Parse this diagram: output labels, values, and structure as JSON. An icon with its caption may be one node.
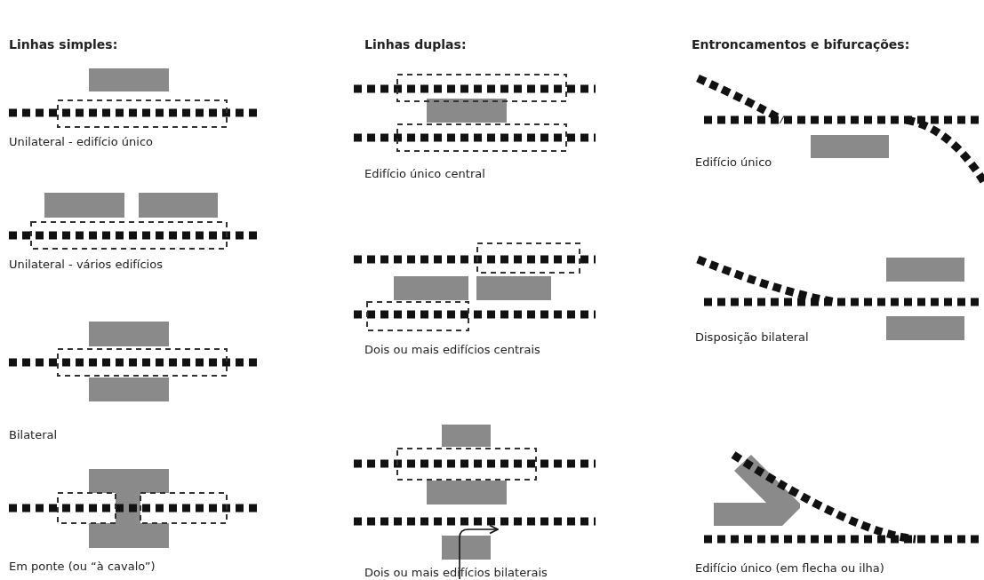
{
  "diagram": {
    "labels": [
      "Linhas simples:",
      "Linhas duplas:",
      "Entroncamentos e bifurcações:",
      "Unilateral - edifício único",
      "Edifício único central",
      "Edifício único",
      "Unilateral - vários edifícios",
      "Dois ou mais edifícios centrais",
      "Disposição bilateral",
      "Bilateral",
      "Em ponte (ou “à cavalo”)",
      "Dois ou mais edifícios bilaterais",
      "Edifício único (em flecha ou ilha)"
    ]
  }
}
